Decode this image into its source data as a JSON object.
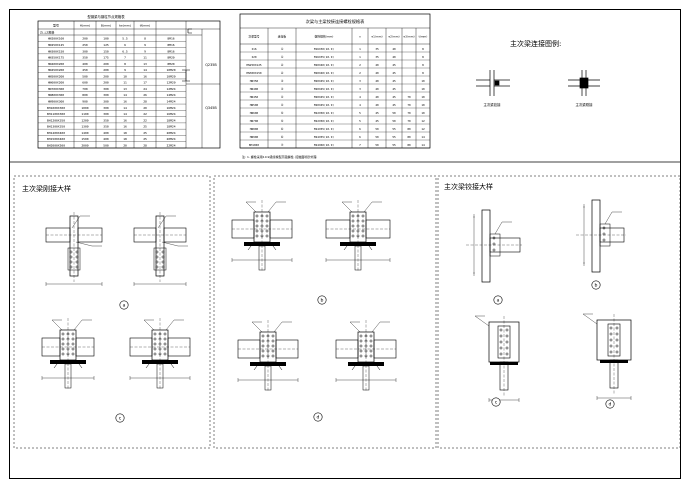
{
  "table1": {
    "title": "型钢梁与钢柱节点规格表",
    "headers": [
      "型号",
      "H(mm)",
      "B(mm)",
      "tw(mm)",
      "tf(mm)",
      "",
      ""
    ],
    "note_top": "ZL,LZ规格",
    "groups": [
      "Q235B",
      "Q345B"
    ],
    "rows": [
      [
        "HN200X100",
        "200",
        "100",
        "5.5",
        "8",
        "8M16"
      ],
      [
        "HN250X125",
        "250",
        "125",
        "6",
        "9",
        "8M16"
      ],
      [
        "HN300X150",
        "300",
        "150",
        "6.5",
        "9",
        "8M16"
      ],
      [
        "HN350X175",
        "350",
        "175",
        "7",
        "11",
        "8M20"
      ],
      [
        "HN400X200",
        "400",
        "200",
        "8",
        "13",
        "8M20"
      ],
      [
        "HN450X200",
        "450",
        "200",
        "9",
        "14",
        "10M20"
      ],
      [
        "HN500X200",
        "500",
        "200",
        "10",
        "16",
        "10M20"
      ],
      [
        "HN600X200",
        "600",
        "200",
        "11",
        "17",
        "12M20"
      ],
      [
        "HN700X300",
        "700",
        "300",
        "13",
        "24",
        "12M24"
      ],
      [
        "HN800X300",
        "800",
        "300",
        "14",
        "26",
        "14M24"
      ],
      [
        "HN900X300",
        "900",
        "300",
        "16",
        "28",
        "14M24"
      ],
      [
        "BH1000X300",
        "1000",
        "300",
        "14",
        "20",
        "16M24"
      ],
      [
        "BH1100X300",
        "1100",
        "300",
        "14",
        "22",
        "16M24"
      ],
      [
        "BH1200X350",
        "1200",
        "350",
        "16",
        "22",
        "18M24"
      ],
      [
        "BH1300X350",
        "1300",
        "350",
        "16",
        "25",
        "18M24"
      ],
      [
        "BH1400X400",
        "1400",
        "400",
        "18",
        "25",
        "20M24"
      ],
      [
        "BH1500X400",
        "1500",
        "400",
        "18",
        "25",
        "20M24"
      ],
      [
        "BH2000X500",
        "2000",
        "500",
        "20",
        "28",
        "22M24"
      ]
    ]
  },
  "table2": {
    "title": "次梁与主梁铰接连接螺栓规格表",
    "headers": [
      "次梁型号",
      "连接板",
      "螺栓规格(mm)",
      "n",
      "e1(mm)",
      "e2(mm)",
      "e3(mm)",
      "t(mm)"
    ],
    "rows": [
      [
        "I16",
        "①",
        "M16X30(10.9)",
        "1",
        "35",
        "40",
        "",
        "8"
      ],
      [
        "I20",
        "①",
        "M16X35(10.9)",
        "1",
        "35",
        "40",
        "",
        "8"
      ],
      [
        "HN250X125",
        "②",
        "M20X40(10.9)",
        "2",
        "40",
        "45",
        "",
        "8"
      ],
      [
        "HN300X150",
        "②",
        "M20X40(10.9)",
        "2",
        "40",
        "45",
        "",
        "8"
      ],
      [
        "HN350",
        "③",
        "M20X45(10.9)",
        "3",
        "40",
        "45",
        "",
        "10"
      ],
      [
        "HN400",
        "③",
        "M20X45(10.9)",
        "3",
        "40",
        "45",
        "",
        "10"
      ],
      [
        "HN450",
        "④",
        "M20X45(10.9)",
        "4",
        "40",
        "45",
        "70",
        "10"
      ],
      [
        "HN500",
        "④",
        "M20X45(10.9)",
        "4",
        "40",
        "45",
        "70",
        "10"
      ],
      [
        "HN600",
        "⑤",
        "M22X50(10.9)",
        "5",
        "45",
        "50",
        "70",
        "10"
      ],
      [
        "HN700",
        "⑤",
        "M22X50(10.9)",
        "5",
        "45",
        "50",
        "70",
        "12"
      ],
      [
        "HN800",
        "⑥",
        "M24X55(10.9)",
        "6",
        "50",
        "55",
        "80",
        "12"
      ],
      [
        "HN900",
        "⑥",
        "M24X55(10.9)",
        "6",
        "50",
        "55",
        "80",
        "14"
      ],
      [
        "BH1000",
        "⑦",
        "M24X60(10.9)",
        "7",
        "50",
        "55",
        "80",
        "14"
      ]
    ],
    "note": "注: 1. 螺栓采用10.9级摩擦型高强螺栓, 接触面喷砂处理."
  },
  "legend": {
    "title": "主次梁连接图例:",
    "label_left": "主次梁铰接",
    "label_right": "主次梁刚接"
  },
  "sections": {
    "rigid_title": "主次梁刚接大样",
    "hinge_title": "主次梁铰接大样"
  },
  "markers": [
    "a",
    "b",
    "c",
    "d"
  ]
}
